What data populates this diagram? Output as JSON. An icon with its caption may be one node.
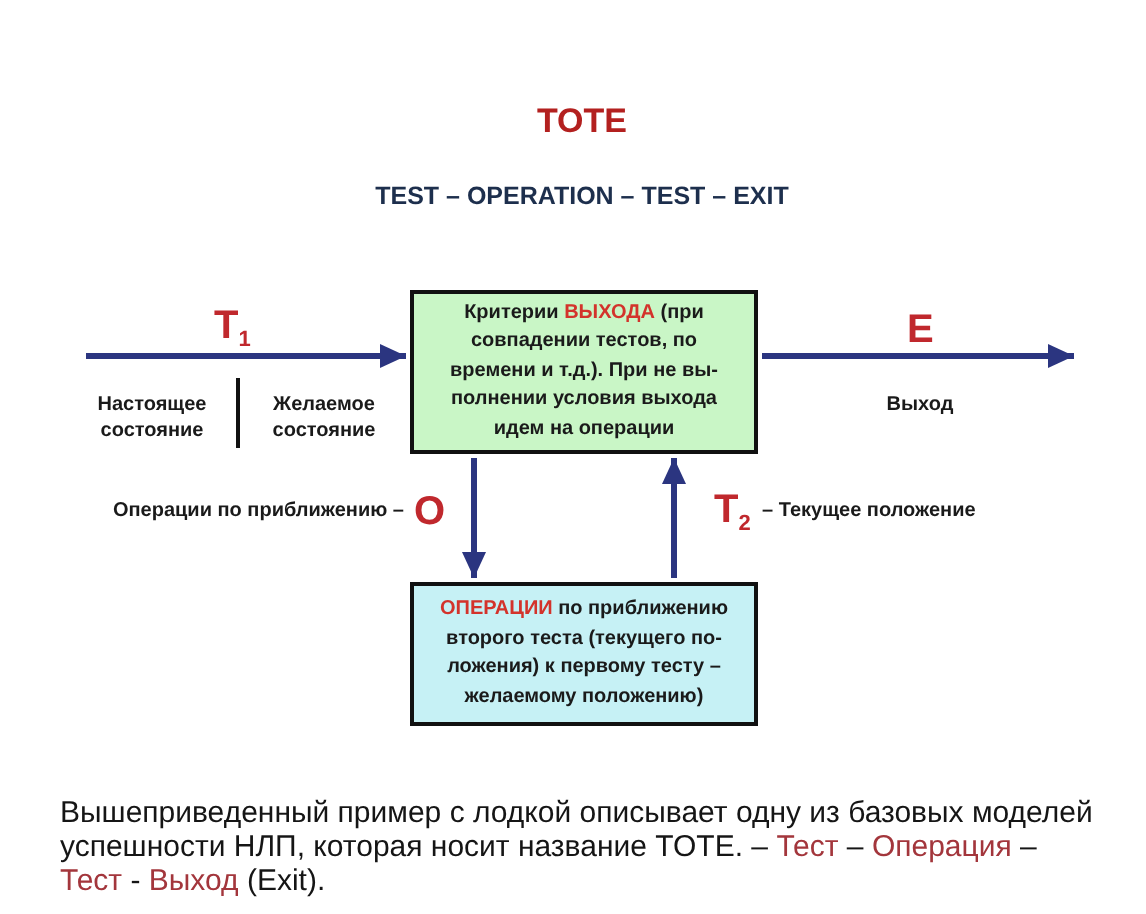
{
  "diagram": {
    "title": "TOTE",
    "caption": "Вышеприведенный пример с лодкой описывает одну из базовых моделей успешности НЛП, которая носит название TOTE. – **Тест** – **Операция** – **Тест** - **Выход** (Exit).",
    "nodes": [
      {
        "text": [
          "Критерии **ВЫХОДА** (при совпадении тестов, по времени и т.д.). При не вы-полнении условия выхода идем на операции"
        ]
      },
      {
        "text": [
          "**ОПЕРАЦИИ** по приближению второго теста (текущего по-ложения) к первому тесту – желаемому положению)"
        ]
      }
    ],
    "edges": [
      {
        "from": null,
        "to": 0,
        "arrow": "to",
        "label": "T$_{1}$"
      },
      {
        "from": 0,
        "to": null,
        "arrow": "to",
        "label": "E"
      },
      {
        "from": 0,
        "to": 1,
        "arrow": "to",
        "label": "O"
      },
      {
        "from": 1,
        "to": 0,
        "arrow": "to",
        "label": "T$_{2}$"
      }
    ],
    "labels": [
      "TEST – OPERATION – TEST – EXIT",
      "Настоящее состояние",
      "Желаемое состояние",
      "Выход",
      "Операции по приближению –",
      "– Текущее положение"
    ]
  }
}
